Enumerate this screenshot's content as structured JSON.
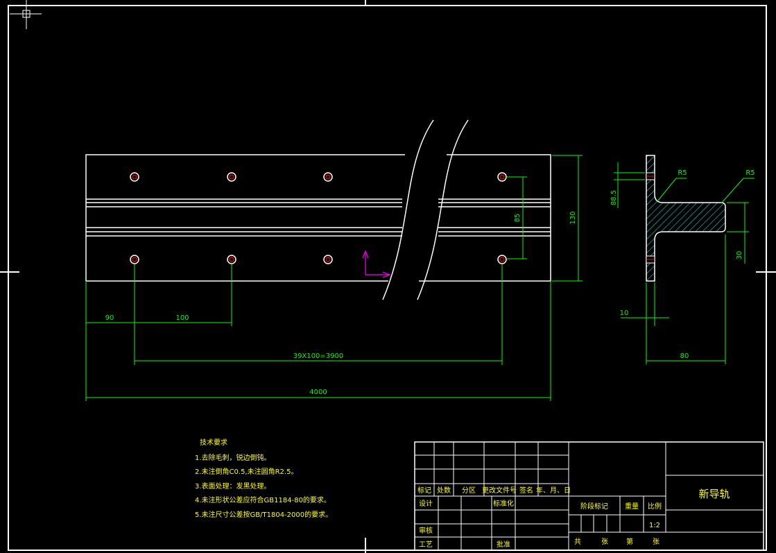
{
  "colors": {
    "background": "#000000",
    "outline": "#ffffff",
    "dimension": "#00ff00",
    "hatch": "#00ffff",
    "hole": "#ff0000",
    "ucs": "#ff00ff",
    "notes_text": "#ffff00",
    "titleblock_text": "#ffff00"
  },
  "front_view": {
    "dims": {
      "d90": "90",
      "d100": "100",
      "d_pattern": "39X100=3900",
      "d4000": "4000",
      "d85": "85",
      "d130": "130"
    }
  },
  "section_view": {
    "dims": {
      "r5_left": "R5",
      "r5_right": "R5",
      "d88_5": "88.5",
      "d30": "30",
      "d10": "10",
      "d80": "80"
    }
  },
  "notes": {
    "title": "技术要求",
    "items": [
      "1.去除毛刺，锐边倒钝。",
      "2.未注倒角C0.5,未注圆角R2.5。",
      "3.表面处理：发黑处理。",
      "4.未注形状公差应符合GB1184-80的要求。",
      "5.未注尺寸公差按GB/T1804-2000的要求。"
    ]
  },
  "title_block": {
    "part_name": "新导轨",
    "headers": [
      "标记",
      "处数",
      "分区",
      "更改文件号",
      "签名",
      "年、月、日"
    ],
    "design": "设计",
    "standardize": "标准化",
    "review": "审核",
    "process": "工艺",
    "approve": "批准",
    "stage_mark": "阶段标记",
    "weight": "重量",
    "scale": "比例",
    "scale_value": "1:2",
    "sheet_total": "共",
    "sheet_unit": "张",
    "sheet_no": "第",
    "sheet_unit2": "张"
  }
}
